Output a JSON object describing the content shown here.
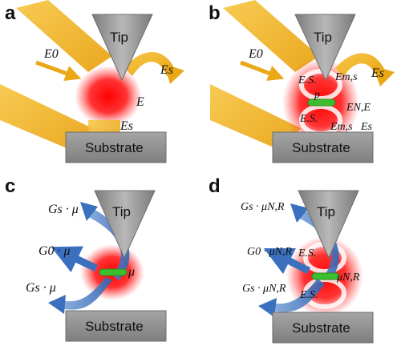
{
  "panels": [
    {
      "letter": "a",
      "tip": "Tip",
      "substrate": "Substrate",
      "labels": [
        "E0",
        "Es",
        "E",
        "Es"
      ]
    },
    {
      "letter": "b",
      "tip": "Tip",
      "substrate": "Substrate",
      "labels": [
        "E0",
        "E.S.",
        "Em,s",
        "Es",
        "p",
        "EN,E",
        "E.S.",
        "Em,s",
        "Es"
      ]
    },
    {
      "letter": "c",
      "tip": "Tip",
      "substrate": "Substrate",
      "labels": [
        "Gs · μ",
        "G0 · μ",
        "μ",
        "Gs · μ"
      ]
    },
    {
      "letter": "d",
      "tip": "Tip",
      "substrate": "Substrate",
      "labels": [
        "Gs · μN,R",
        "G0 · μN,R",
        "E.S.",
        "μN,R",
        "Gs · μN,R",
        "E.S."
      ]
    }
  ],
  "colors": {
    "gold_beam": "#F2B51E",
    "blue_beam": "#3F78C4",
    "hotspot": "#FF0000",
    "molecule": "#3DBE2E",
    "tip": "#9A9A9A",
    "substrate": "#8C8C8C"
  }
}
